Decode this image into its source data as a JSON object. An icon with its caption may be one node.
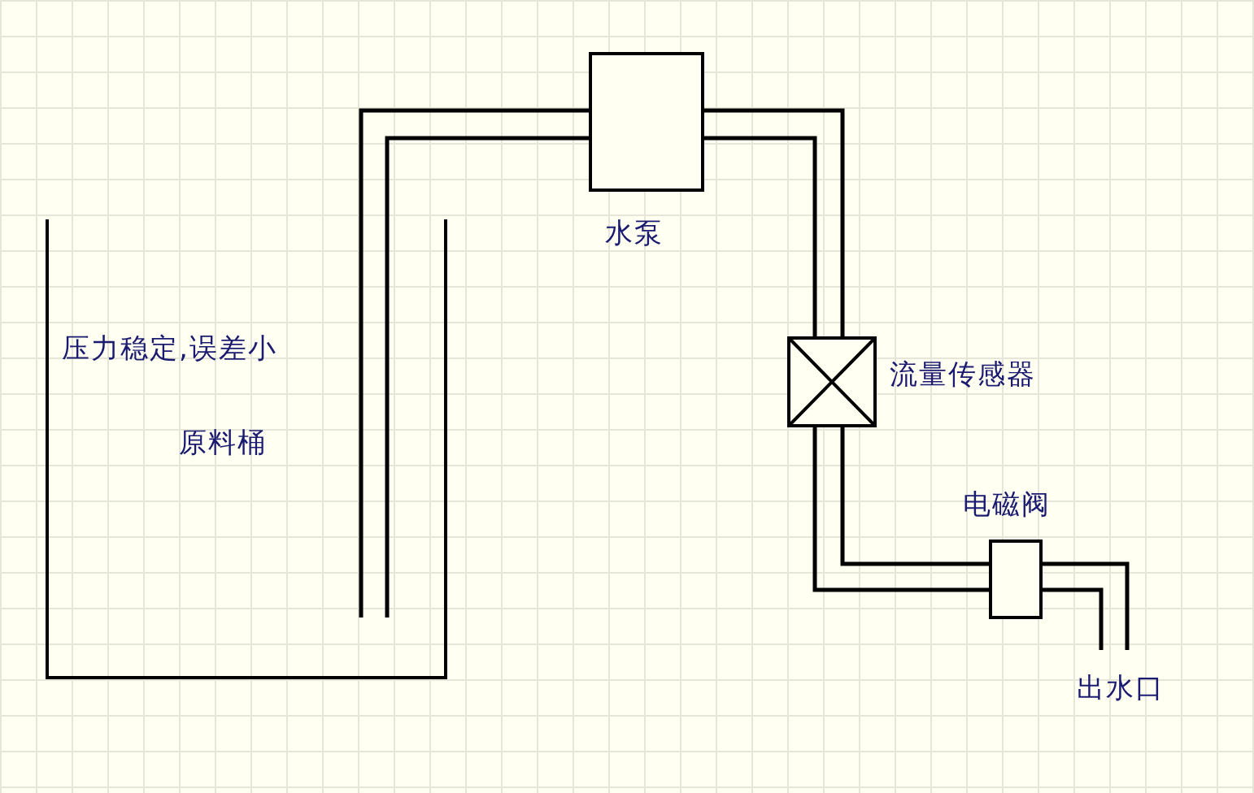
{
  "diagram": {
    "nodes": [
      {
        "text": [
          "压力稳定,误差小",
          "原料桶"
        ]
      },
      {
        "text": [
          "水泵"
        ]
      },
      {
        "text": [
          "流量传感器"
        ]
      },
      {
        "text": [
          "电磁阀"
        ]
      },
      {
        "text": [
          "出水口"
        ]
      }
    ],
    "edges": [
      {
        "from": 0,
        "to": 1,
        "arrow": "none"
      },
      {
        "from": 1,
        "to": 2,
        "arrow": "none"
      },
      {
        "from": 2,
        "to": 3,
        "arrow": "none"
      },
      {
        "from": 3,
        "to": 4,
        "arrow": "none"
      }
    ]
  }
}
